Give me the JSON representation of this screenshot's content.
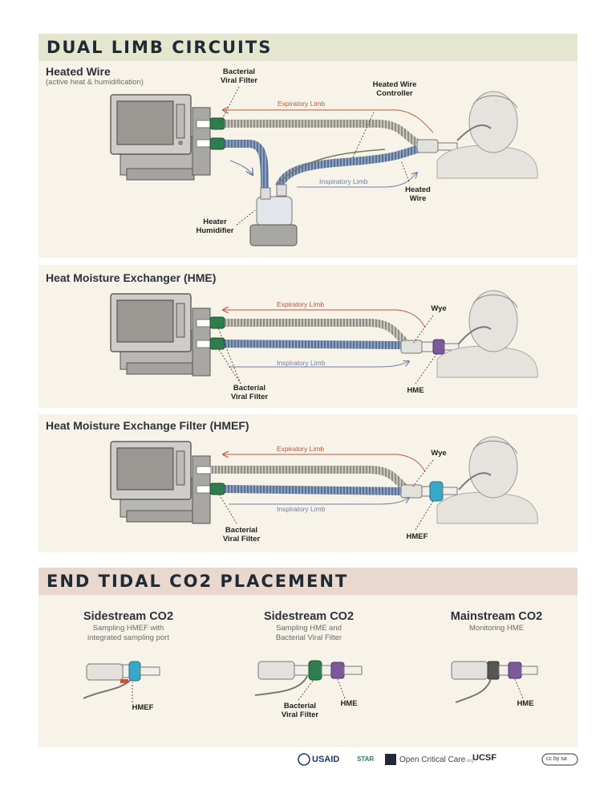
{
  "header1": "DUAL LIMB CIRCUITS",
  "header2": "END TIDAL CO2 PLACEMENT",
  "colors": {
    "header1_bg": "#e4e6cf",
    "header2_bg": "#ead8ce",
    "panel_bg": "#f8f3e9",
    "expiratory": "#c0573a",
    "inspiratory": "#6d7fa8",
    "filter_green": "#2e7d4f",
    "hme_purple": "#7a5a9a",
    "hmef_blue": "#3aa7c9"
  },
  "heated_wire": {
    "title": "Heated Wire",
    "subtitle": "(active heat & humidification)",
    "filter_label": "Bacterial\nViral Filter",
    "controller_label": "Heated Wire\nController",
    "expiratory_label": "Expiratory Limb",
    "inspiratory_label": "Inspiratory Limb",
    "wire_label": "Heated\nWire",
    "humidifier_label": "Heater\nHumidifier"
  },
  "hme": {
    "title": "Heat Moisture Exchanger (HME)",
    "expiratory_label": "Expiratory Limb",
    "inspiratory_label": "Inspiratory Limb",
    "wye_label": "Wye",
    "filter_label": "Bacterial\nViral Filter",
    "hme_label": "HME"
  },
  "hmef": {
    "title": "Heat Moisture Exchange Filter (HMEF)",
    "expiratory_label": "Expiratory Limb",
    "inspiratory_label": "Inspiratory Limb",
    "wye_label": "Wye",
    "filter_label": "Bacterial\nViral Filter",
    "hmef_label": "HMEF"
  },
  "etco2": [
    {
      "title": "Sidestream CO2",
      "subtitle": "Sampling HMEF with\nintegrated sampling port",
      "labels": [
        "HMEF"
      ]
    },
    {
      "title": "Sidestream CO2",
      "subtitle": "Sampling HME and\nBacterial Viral Filter",
      "labels": [
        "Bacterial\nViral Filter",
        "HME"
      ]
    },
    {
      "title": "Mainstream CO2",
      "subtitle": "Monitoring HME",
      "labels": [
        "HME"
      ]
    }
  ],
  "footer": {
    "usaid": "USAID",
    "star": "STAR",
    "occ": "Open Critical Care",
    "occ_suffix": ".org",
    "ucsf": "UCSF",
    "cc": "cc by sa"
  }
}
